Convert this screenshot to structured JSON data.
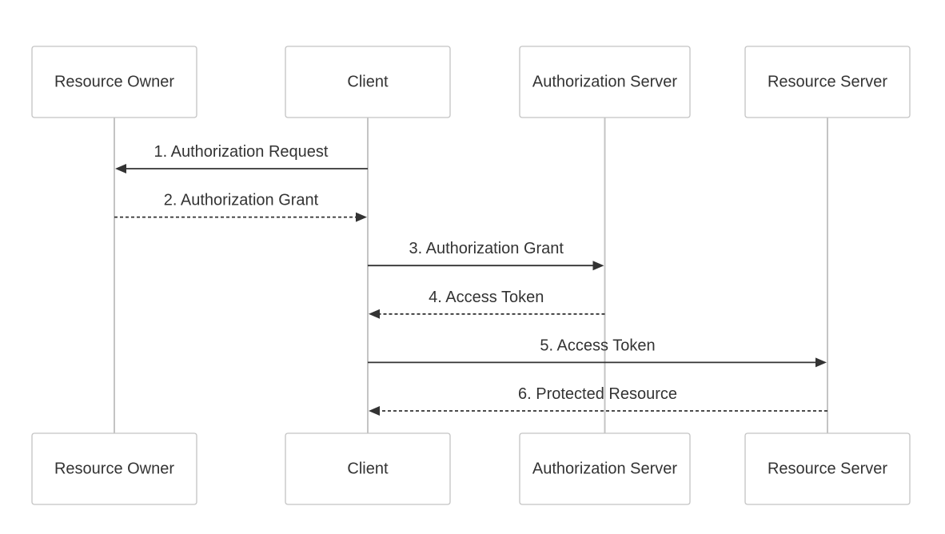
{
  "diagram": {
    "participants": [
      {
        "id": "resource-owner",
        "label": "Resource Owner"
      },
      {
        "id": "client",
        "label": "Client"
      },
      {
        "id": "authorization-server",
        "label": "Authorization Server"
      },
      {
        "id": "resource-server",
        "label": "Resource Server"
      }
    ],
    "messages": [
      {
        "label": "1. Authorization Request",
        "from": "client",
        "to": "resource-owner",
        "style": "solid"
      },
      {
        "label": "2. Authorization Grant",
        "from": "resource-owner",
        "to": "client",
        "style": "dashed"
      },
      {
        "label": "3. Authorization Grant",
        "from": "client",
        "to": "authorization-server",
        "style": "solid"
      },
      {
        "label": "4. Access Token",
        "from": "authorization-server",
        "to": "client",
        "style": "dashed"
      },
      {
        "label": "5. Access Token",
        "from": "client",
        "to": "resource-server",
        "style": "solid"
      },
      {
        "label": "6. Protected Resource",
        "from": "resource-server",
        "to": "client",
        "style": "dashed"
      }
    ],
    "colors": {
      "box_border": "#c4c4c4",
      "lifeline": "#c4c4c4",
      "line": "#333333",
      "text": "#333333"
    }
  }
}
